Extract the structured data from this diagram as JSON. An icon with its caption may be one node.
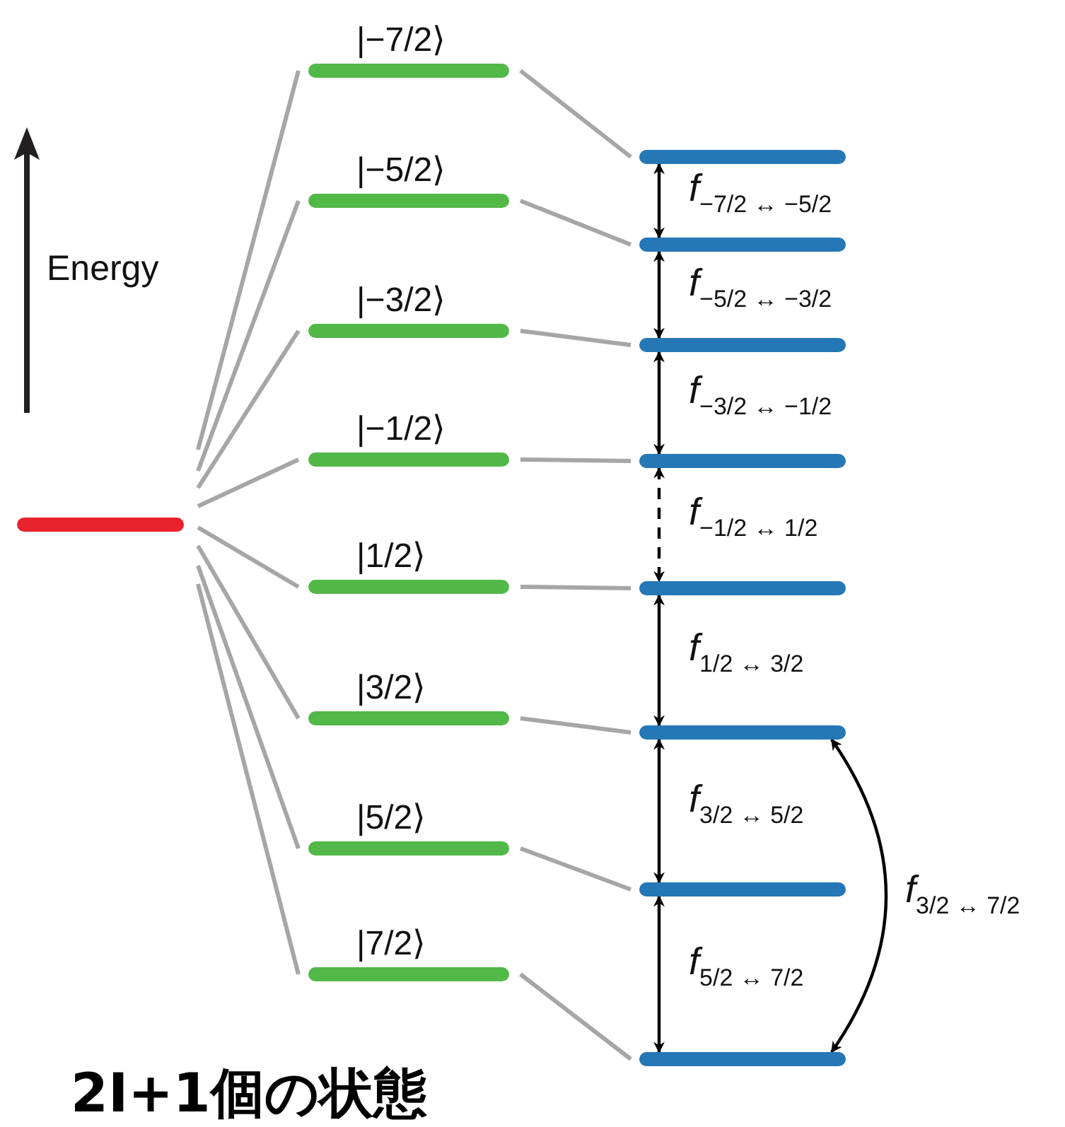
{
  "diagram": {
    "nodes": [
      {
        "text": [],
        "shape": "bar"
      },
      {
        "text": [
          "|−7/2⟩"
        ]
      },
      {
        "text": [
          "|−5/2⟩"
        ]
      },
      {
        "text": [
          "|−3/2⟩"
        ]
      },
      {
        "text": [
          "|−1/2⟩"
        ]
      },
      {
        "text": [
          "|1/2⟩"
        ]
      },
      {
        "text": [
          "|3/2⟩"
        ]
      },
      {
        "text": [
          "|5/2⟩"
        ]
      },
      {
        "text": [
          "|7/2⟩"
        ]
      },
      {
        "text": [],
        "shape": "bar"
      },
      {
        "text": [],
        "shape": "bar"
      },
      {
        "text": [],
        "shape": "bar"
      },
      {
        "text": [],
        "shape": "bar"
      },
      {
        "text": [],
        "shape": "bar"
      },
      {
        "text": [],
        "shape": "bar"
      },
      {
        "text": [],
        "shape": "bar"
      },
      {
        "text": [],
        "shape": "bar"
      }
    ],
    "edges": [
      {
        "from": 0,
        "to": 1,
        "arrow": "none"
      },
      {
        "from": 0,
        "to": 2,
        "arrow": "none"
      },
      {
        "from": 0,
        "to": 3,
        "arrow": "none"
      },
      {
        "from": 0,
        "to": 4,
        "arrow": "none"
      },
      {
        "from": 0,
        "to": 5,
        "arrow": "none"
      },
      {
        "from": 0,
        "to": 6,
        "arrow": "none"
      },
      {
        "from": 0,
        "to": 7,
        "arrow": "none"
      },
      {
        "from": 0,
        "to": 8,
        "arrow": "none"
      },
      {
        "from": 1,
        "to": 9,
        "arrow": "none"
      },
      {
        "from": 2,
        "to": 10,
        "arrow": "none"
      },
      {
        "from": 3,
        "to": 11,
        "arrow": "none"
      },
      {
        "from": 4,
        "to": 12,
        "arrow": "none"
      },
      {
        "from": 5,
        "to": 13,
        "arrow": "none"
      },
      {
        "from": 6,
        "to": 14,
        "arrow": "none"
      },
      {
        "from": 7,
        "to": 15,
        "arrow": "none"
      },
      {
        "from": 8,
        "to": 16,
        "arrow": "none"
      },
      {
        "from": 9,
        "to": 10,
        "arrow": "both",
        "label": "*f*$_{−7/2 ↔ −5/2}$",
        "color": "#000000"
      },
      {
        "from": 10,
        "to": 11,
        "arrow": "both",
        "label": "*f*$_{−5/2 ↔ −3/2}$",
        "color": "#000000"
      },
      {
        "from": 11,
        "to": 12,
        "arrow": "both",
        "label": "*f*$_{−3/2 ↔ −1/2}$",
        "color": "#000000"
      },
      {
        "from": 12,
        "to": 13,
        "arrow": "both",
        "label": "*f*$_{−1/2 ↔ 1/2}$",
        "style": "dashed",
        "color": "#000000"
      },
      {
        "from": 13,
        "to": 14,
        "arrow": "both",
        "label": "*f*$_{1/2 ↔ 3/2}$",
        "color": "#000000"
      },
      {
        "from": 14,
        "to": 15,
        "arrow": "both",
        "label": "*f*$_{3/2 ↔ 5/2}$",
        "color": "#000000"
      },
      {
        "from": 15,
        "to": 16,
        "arrow": "both",
        "label": "*f*$_{5/2 ↔ 7/2}$",
        "color": "#000000"
      },
      {
        "from": 14,
        "to": 16,
        "arrow": "both",
        "label": "*f*$_{3/2 ↔ 7/2}$",
        "color": "#000000"
      }
    ],
    "labels": [
      "Energy",
      "2I+1個の状態"
    ]
  }
}
